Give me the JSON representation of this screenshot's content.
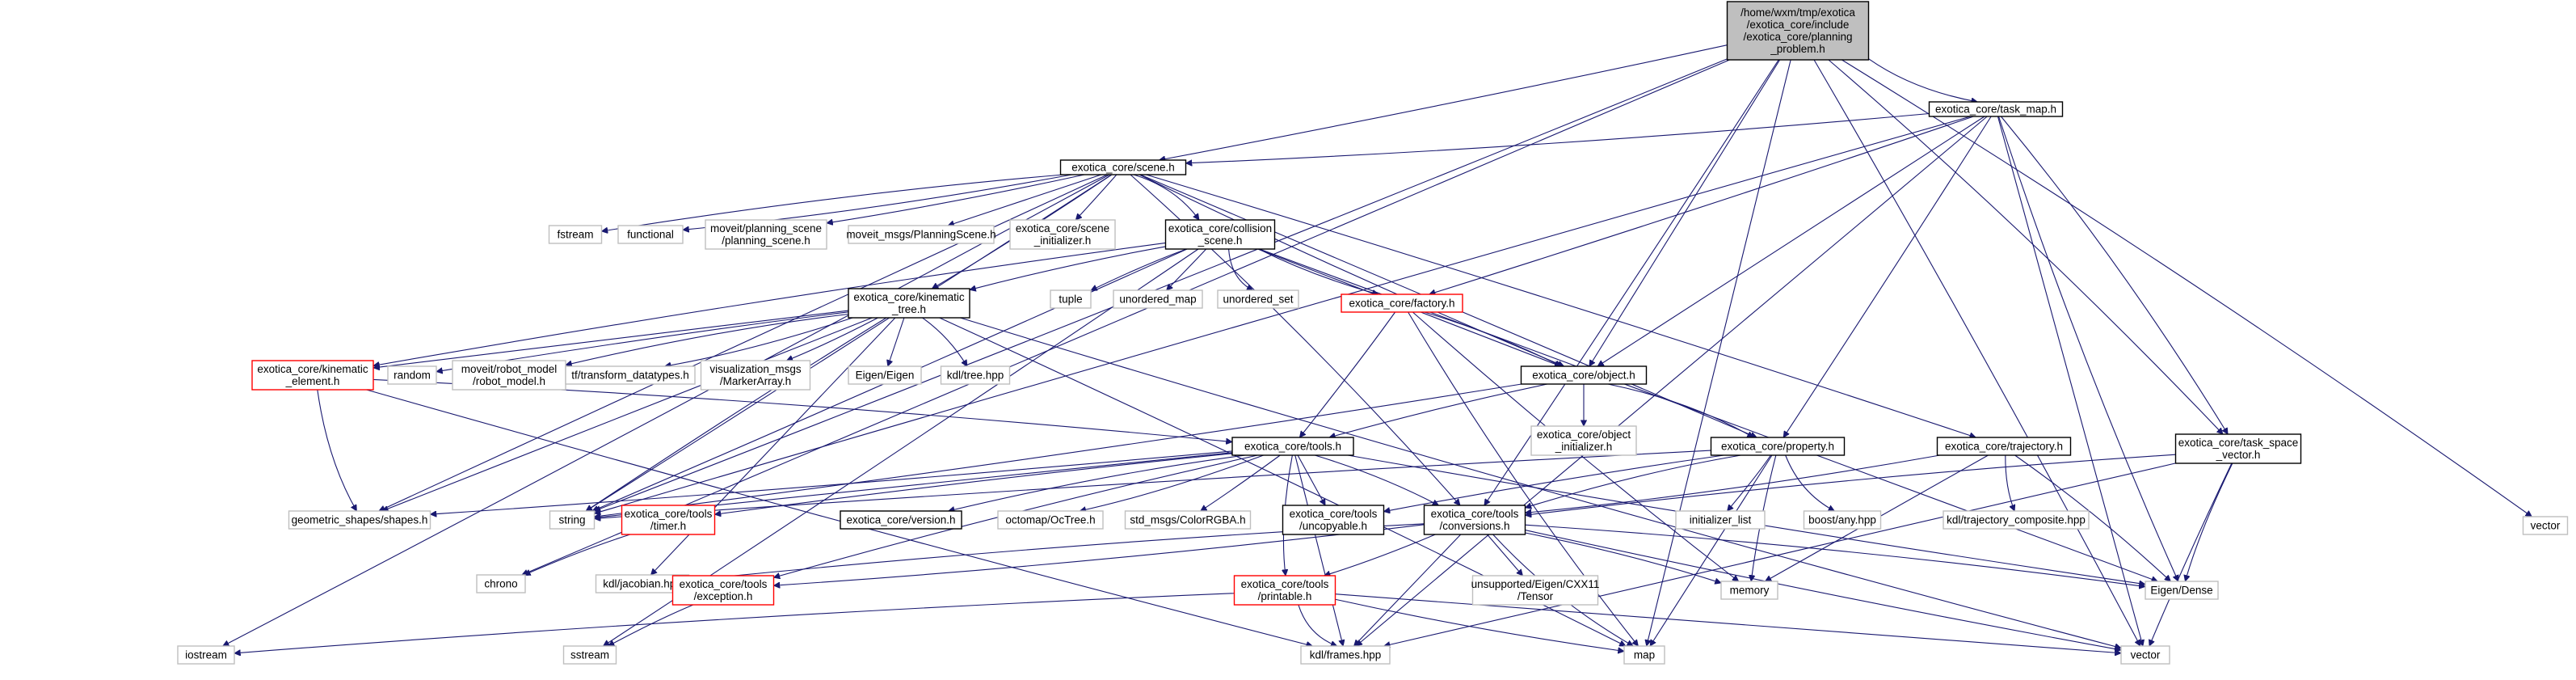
{
  "colors": {
    "edge": "#191970",
    "root_fill": "#bfbfbf",
    "node_border": "#000000",
    "linked_red": "#ff0000",
    "external_gray": "#bfbfbf",
    "text": "#000000"
  },
  "nodes": [
    {
      "id": "root",
      "lines": [
        "/home/wxm/tmp/exotica",
        "/exotica_core/include",
        "/exotica_core/planning",
        "_problem.h"
      ],
      "style": "root"
    },
    {
      "id": "task_map",
      "lines": [
        "exotica_core/task_map.h"
      ],
      "style": "black"
    },
    {
      "id": "scene",
      "lines": [
        "exotica_core/scene.h"
      ],
      "style": "black"
    },
    {
      "id": "fstream",
      "lines": [
        "fstream"
      ],
      "style": "gray"
    },
    {
      "id": "functional",
      "lines": [
        "functional"
      ],
      "style": "gray"
    },
    {
      "id": "moveit_ps",
      "lines": [
        "moveit/planning_scene",
        "/planning_scene.h"
      ],
      "style": "gray"
    },
    {
      "id": "moveit_msgs",
      "lines": [
        "moveit_msgs/PlanningScene.h"
      ],
      "style": "gray"
    },
    {
      "id": "scene_init",
      "lines": [
        "exotica_core/scene",
        "_initializer.h"
      ],
      "style": "gray"
    },
    {
      "id": "collision",
      "lines": [
        "exotica_core/collision",
        "_scene.h"
      ],
      "style": "black"
    },
    {
      "id": "tuple",
      "lines": [
        "tuple"
      ],
      "style": "gray"
    },
    {
      "id": "unordered_map",
      "lines": [
        "unordered_map"
      ],
      "style": "gray"
    },
    {
      "id": "unordered_set",
      "lines": [
        "unordered_set"
      ],
      "style": "gray"
    },
    {
      "id": "factory",
      "lines": [
        "exotica_core/factory.h"
      ],
      "style": "red"
    },
    {
      "id": "kin_tree",
      "lines": [
        "exotica_core/kinematic",
        "_tree.h"
      ],
      "style": "black"
    },
    {
      "id": "kin_elem",
      "lines": [
        "exotica_core/kinematic",
        "_element.h"
      ],
      "style": "red"
    },
    {
      "id": "random",
      "lines": [
        "random"
      ],
      "style": "gray"
    },
    {
      "id": "robot_model",
      "lines": [
        "moveit/robot_model",
        "/robot_model.h"
      ],
      "style": "gray"
    },
    {
      "id": "tf",
      "lines": [
        "tf/transform_datatypes.h"
      ],
      "style": "gray"
    },
    {
      "id": "marker",
      "lines": [
        "visualization_msgs",
        "/MarkerArray.h"
      ],
      "style": "gray"
    },
    {
      "id": "eigen_eigen",
      "lines": [
        "Eigen/Eigen"
      ],
      "style": "gray"
    },
    {
      "id": "kdl_tree",
      "lines": [
        "kdl/tree.hpp"
      ],
      "style": "gray"
    },
    {
      "id": "object",
      "lines": [
        "exotica_core/object.h"
      ],
      "style": "black"
    },
    {
      "id": "obj_init",
      "lines": [
        "exotica_core/object",
        "_initializer.h"
      ],
      "style": "gray"
    },
    {
      "id": "tools",
      "lines": [
        "exotica_core/tools.h"
      ],
      "style": "black"
    },
    {
      "id": "property",
      "lines": [
        "exotica_core/property.h"
      ],
      "style": "black"
    },
    {
      "id": "trajectory",
      "lines": [
        "exotica_core/trajectory.h"
      ],
      "style": "black"
    },
    {
      "id": "task_space",
      "lines": [
        "exotica_core/task_space",
        "_vector.h"
      ],
      "style": "black"
    },
    {
      "id": "geom_shapes",
      "lines": [
        "geometric_shapes/shapes.h"
      ],
      "style": "gray"
    },
    {
      "id": "string",
      "lines": [
        "string"
      ],
      "style": "gray"
    },
    {
      "id": "timer",
      "lines": [
        "exotica_core/tools",
        "/timer.h"
      ],
      "style": "red"
    },
    {
      "id": "version",
      "lines": [
        "exotica_core/version.h"
      ],
      "style": "black"
    },
    {
      "id": "octree",
      "lines": [
        "octomap/OcTree.h"
      ],
      "style": "gray"
    },
    {
      "id": "colorrgba",
      "lines": [
        "std_msgs/ColorRGBA.h"
      ],
      "style": "gray"
    },
    {
      "id": "uncopyable",
      "lines": [
        "exotica_core/tools",
        "/uncopyable.h"
      ],
      "style": "black"
    },
    {
      "id": "conversions",
      "lines": [
        "exotica_core/tools",
        "/conversions.h"
      ],
      "style": "black"
    },
    {
      "id": "initializer_list",
      "lines": [
        "initializer_list"
      ],
      "style": "gray"
    },
    {
      "id": "boost_any",
      "lines": [
        "boost/any.hpp"
      ],
      "style": "gray"
    },
    {
      "id": "kdl_traj",
      "lines": [
        "kdl/trajectory_composite.hpp"
      ],
      "style": "gray"
    },
    {
      "id": "chrono",
      "lines": [
        "chrono"
      ],
      "style": "gray"
    },
    {
      "id": "jacobian",
      "lines": [
        "kdl/jacobian.hpp"
      ],
      "style": "gray"
    },
    {
      "id": "exception",
      "lines": [
        "exotica_core/tools",
        "/exception.h"
      ],
      "style": "red"
    },
    {
      "id": "printable",
      "lines": [
        "exotica_core/tools",
        "/printable.h"
      ],
      "style": "red"
    },
    {
      "id": "tensor",
      "lines": [
        "unsupported/Eigen/CXX11",
        "/Tensor"
      ],
      "style": "gray"
    },
    {
      "id": "memory",
      "lines": [
        "memory"
      ],
      "style": "gray"
    },
    {
      "id": "eigen_dense",
      "lines": [
        "Eigen/Dense"
      ],
      "style": "gray"
    },
    {
      "id": "iostream",
      "lines": [
        "iostream"
      ],
      "style": "gray"
    },
    {
      "id": "sstream",
      "lines": [
        "sstream"
      ],
      "style": "gray"
    },
    {
      "id": "kdl_frames",
      "lines": [
        "kdl/frames.hpp"
      ],
      "style": "gray"
    },
    {
      "id": "map",
      "lines": [
        "map"
      ],
      "style": "gray"
    },
    {
      "id": "vector",
      "lines": [
        "vector"
      ],
      "style": "gray"
    },
    {
      "id": "vector_top",
      "lines": [
        "vector"
      ],
      "style": "gray"
    }
  ],
  "edges": [
    [
      "root",
      "task_map"
    ],
    [
      "root",
      "scene"
    ],
    [
      "root",
      "object"
    ],
    [
      "root",
      "conversions"
    ],
    [
      "root",
      "task_space"
    ],
    [
      "root",
      "string"
    ],
    [
      "root",
      "chrono"
    ],
    [
      "root",
      "map"
    ],
    [
      "root",
      "vector"
    ],
    [
      "root",
      "vector_top"
    ],
    [
      "task_map",
      "scene"
    ],
    [
      "task_map",
      "factory"
    ],
    [
      "task_map",
      "object"
    ],
    [
      "task_map",
      "property"
    ],
    [
      "task_map",
      "task_space"
    ],
    [
      "task_map",
      "eigen_dense"
    ],
    [
      "task_map",
      "kdl_frames"
    ],
    [
      "task_map",
      "vector"
    ],
    [
      "task_map",
      "string"
    ],
    [
      "scene",
      "fstream"
    ],
    [
      "scene",
      "functional"
    ],
    [
      "scene",
      "moveit_ps"
    ],
    [
      "scene",
      "moveit_msgs"
    ],
    [
      "scene",
      "scene_init"
    ],
    [
      "scene",
      "collision"
    ],
    [
      "scene",
      "kin_tree"
    ],
    [
      "scene",
      "object"
    ],
    [
      "scene",
      "property"
    ],
    [
      "scene",
      "trajectory"
    ],
    [
      "scene",
      "conversions"
    ],
    [
      "scene",
      "iostream"
    ],
    [
      "scene",
      "string"
    ],
    [
      "scene",
      "geom_shapes"
    ],
    [
      "collision",
      "tuple"
    ],
    [
      "collision",
      "unordered_map"
    ],
    [
      "collision",
      "unordered_set"
    ],
    [
      "collision",
      "factory"
    ],
    [
      "collision",
      "object"
    ],
    [
      "collision",
      "kin_tree"
    ],
    [
      "collision",
      "kin_elem"
    ],
    [
      "collision",
      "sstream"
    ],
    [
      "collision",
      "string"
    ],
    [
      "collision",
      "eigen_dense"
    ],
    [
      "factory",
      "object"
    ],
    [
      "factory",
      "tools"
    ],
    [
      "factory",
      "map"
    ],
    [
      "factory",
      "memory"
    ],
    [
      "kin_tree",
      "kin_elem"
    ],
    [
      "kin_tree",
      "random"
    ],
    [
      "kin_tree",
      "robot_model"
    ],
    [
      "kin_tree",
      "tf"
    ],
    [
      "kin_tree",
      "marker"
    ],
    [
      "kin_tree",
      "eigen_eigen"
    ],
    [
      "kin_tree",
      "kdl_tree"
    ],
    [
      "kin_tree",
      "string"
    ],
    [
      "kin_tree",
      "vector"
    ],
    [
      "kin_tree",
      "jacobian"
    ],
    [
      "kin_tree",
      "geom_shapes"
    ],
    [
      "kin_tree",
      "map"
    ],
    [
      "kin_elem",
      "tools"
    ],
    [
      "kin_elem",
      "geom_shapes"
    ],
    [
      "kin_elem",
      "kdl_frames"
    ],
    [
      "object",
      "obj_init"
    ],
    [
      "object",
      "tools"
    ],
    [
      "object",
      "property"
    ],
    [
      "object",
      "string"
    ],
    [
      "tools",
      "geom_shapes"
    ],
    [
      "tools",
      "string"
    ],
    [
      "tools",
      "timer"
    ],
    [
      "tools",
      "version"
    ],
    [
      "tools",
      "octree"
    ],
    [
      "tools",
      "colorrgba"
    ],
    [
      "tools",
      "uncopyable"
    ],
    [
      "tools",
      "conversions"
    ],
    [
      "tools",
      "exception"
    ],
    [
      "tools",
      "printable"
    ],
    [
      "tools",
      "eigen_dense"
    ],
    [
      "tools",
      "kdl_frames"
    ],
    [
      "property",
      "string"
    ],
    [
      "property",
      "initializer_list"
    ],
    [
      "property",
      "boost_any"
    ],
    [
      "property",
      "memory"
    ],
    [
      "property",
      "map"
    ],
    [
      "property",
      "uncopyable"
    ],
    [
      "property",
      "conversions"
    ],
    [
      "trajectory",
      "conversions"
    ],
    [
      "trajectory",
      "kdl_traj"
    ],
    [
      "trajectory",
      "memory"
    ],
    [
      "trajectory",
      "eigen_dense"
    ],
    [
      "task_space",
      "conversions"
    ],
    [
      "task_space",
      "eigen_dense"
    ],
    [
      "task_space",
      "vector"
    ],
    [
      "task_space",
      "kdl_frames"
    ],
    [
      "timer",
      "chrono"
    ],
    [
      "conversions",
      "jacobian"
    ],
    [
      "conversions",
      "exception"
    ],
    [
      "conversions",
      "printable"
    ],
    [
      "conversions",
      "tensor"
    ],
    [
      "conversions",
      "memory"
    ],
    [
      "conversions",
      "eigen_dense"
    ],
    [
      "conversions",
      "map"
    ],
    [
      "conversions",
      "vector"
    ],
    [
      "conversions",
      "kdl_frames"
    ],
    [
      "exception",
      "sstream"
    ],
    [
      "printable",
      "iostream"
    ],
    [
      "printable",
      "kdl_frames"
    ],
    [
      "printable",
      "map"
    ],
    [
      "printable",
      "vector"
    ]
  ]
}
